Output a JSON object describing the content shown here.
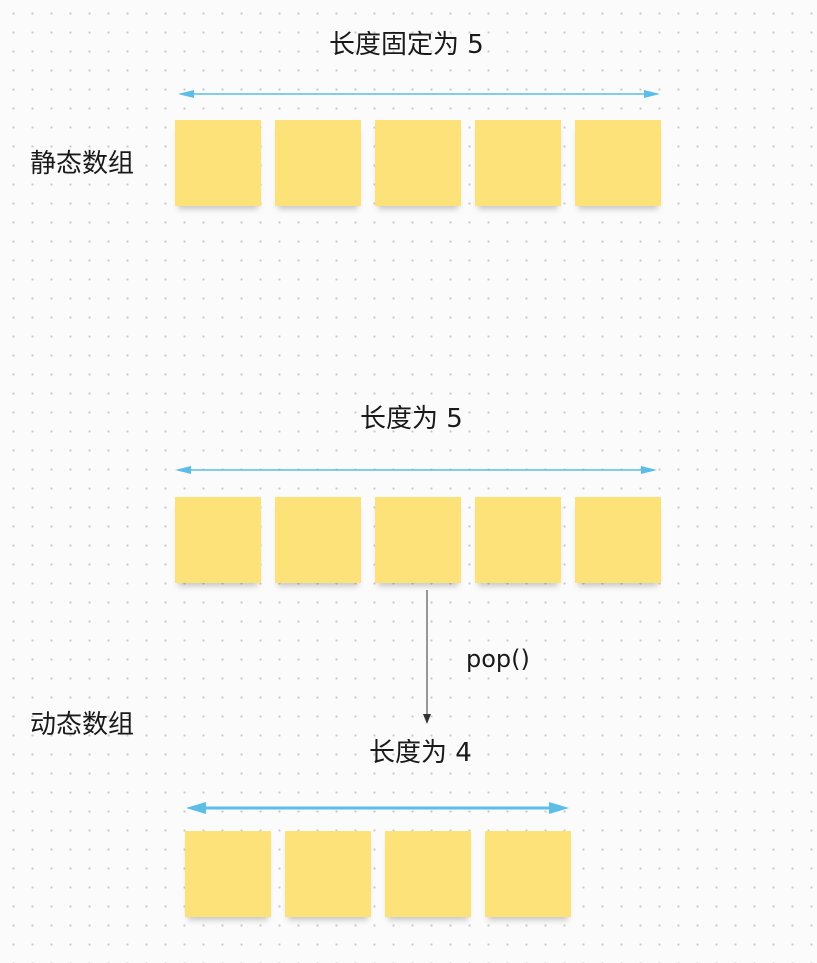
{
  "static_array": {
    "side_label": "静态数组",
    "length_label": "长度固定为 5",
    "cell_count": 5
  },
  "dynamic_array": {
    "side_label": "动态数组",
    "before": {
      "length_label": "长度为 5",
      "cell_count": 5
    },
    "operation_label": "pop()",
    "after": {
      "length_label": "长度为 4",
      "cell_count": 4
    }
  },
  "colors": {
    "cell": "#fde27a",
    "length_arrow": "#5bbde8",
    "op_arrow": "#333333"
  }
}
